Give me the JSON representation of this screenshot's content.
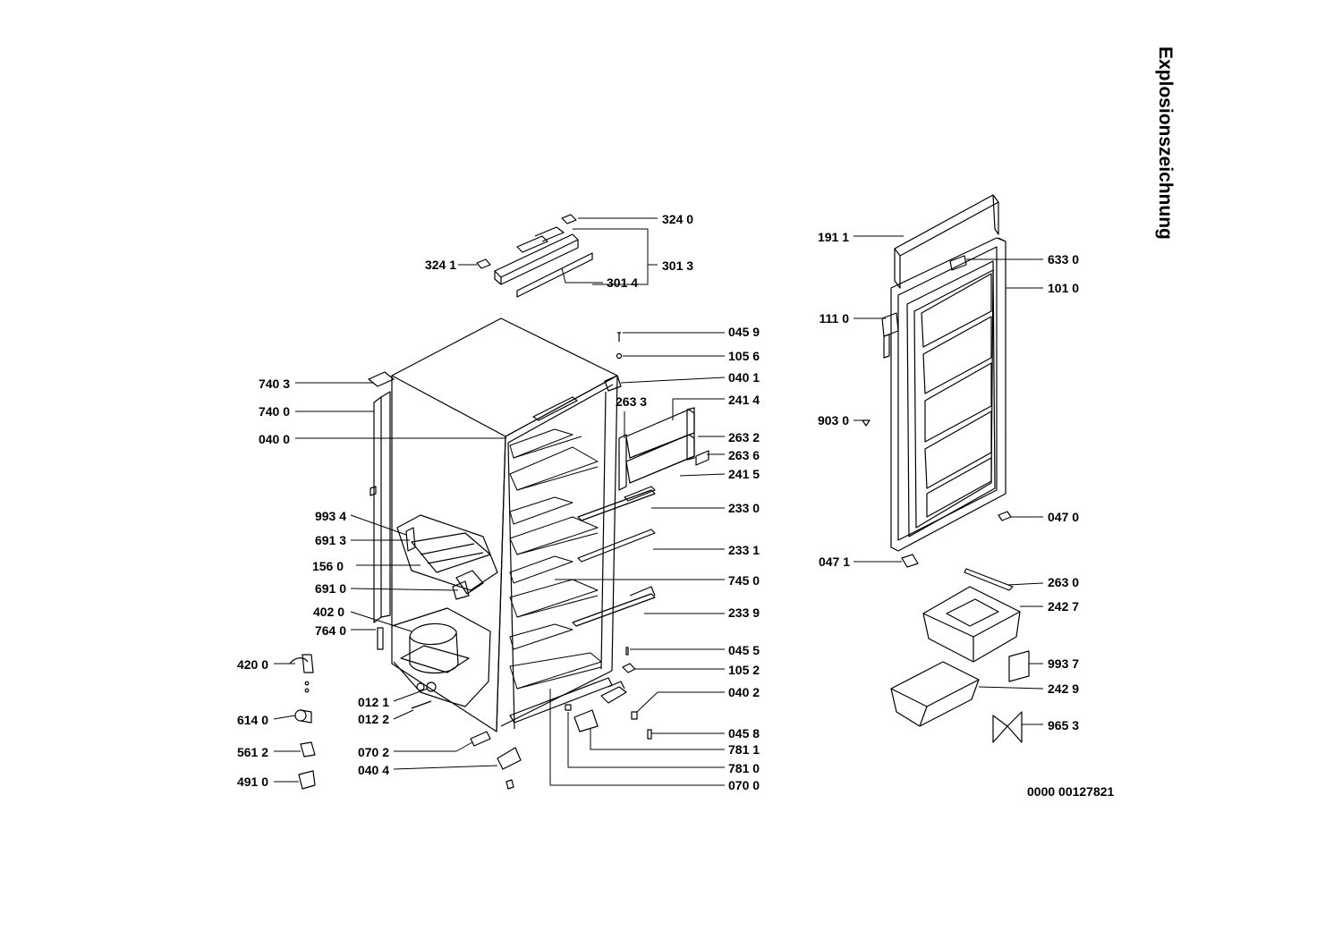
{
  "title": "Explosionszeichnung",
  "drawing_number": "0000 00127821",
  "parts": {
    "p3240": "324 0",
    "p3241": "324 1",
    "p3013": "301 3",
    "p3014": "301 4",
    "p0459": "045 9",
    "p1056": "105 6",
    "p0401": "040 1",
    "p7403": "740 3",
    "p7400": "740 0",
    "p2633": "263 3",
    "p2414": "241 4",
    "p0400": "040 0",
    "p2632": "263 2",
    "p2636": "263 6",
    "p2415": "241 5",
    "p2330": "233 0",
    "p9934": "993 4",
    "p6913": "691 3",
    "p2331": "233 1",
    "p1560": "156 0",
    "p7450": "745 0",
    "p6910": "691 0",
    "p4020": "402 0",
    "p2339": "233 9",
    "p7640": "764 0",
    "p0455": "045 5",
    "p4200": "420 0",
    "p1052": "105 2",
    "p0121": "012 1",
    "p0402": "040 2",
    "p0122": "012 2",
    "p6140": "614 0",
    "p0458": "045 8",
    "p0702": "070 2",
    "p7811": "781 1",
    "p5612": "561 2",
    "p0404": "040 4",
    "p7810": "781 0",
    "p4910": "491 0",
    "p0700": "070 0",
    "p1911": "191 1",
    "p6330": "633 0",
    "p1010": "101 0",
    "p1110": "111 0",
    "p9030": "903 0",
    "p0470": "047 0",
    "p0471": "047 1",
    "p2630": "263 0",
    "p2427": "242 7",
    "p9937": "993 7",
    "p2429": "242 9",
    "p9653": "965 3"
  }
}
